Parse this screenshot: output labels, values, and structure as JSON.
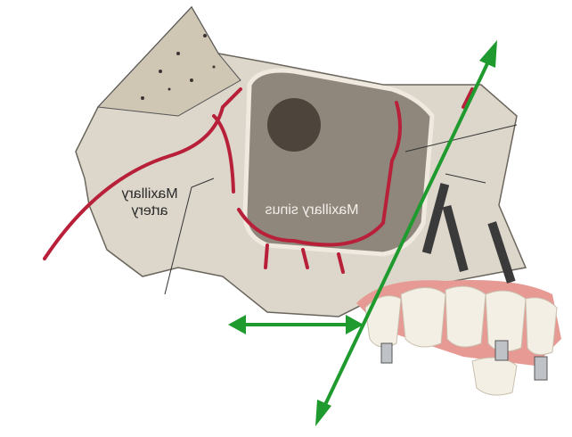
{
  "labels": {
    "artery_line1": "Maxillary",
    "artery_line2": "artery",
    "sinus": "Maxillary sinus"
  },
  "colors": {
    "arrow": "#1f9a2e",
    "artery": "#b8203a",
    "bone": "#d9d3c8",
    "sinus": "#8e857a",
    "gum": "#e79a94",
    "tooth": "#f4efe4"
  }
}
